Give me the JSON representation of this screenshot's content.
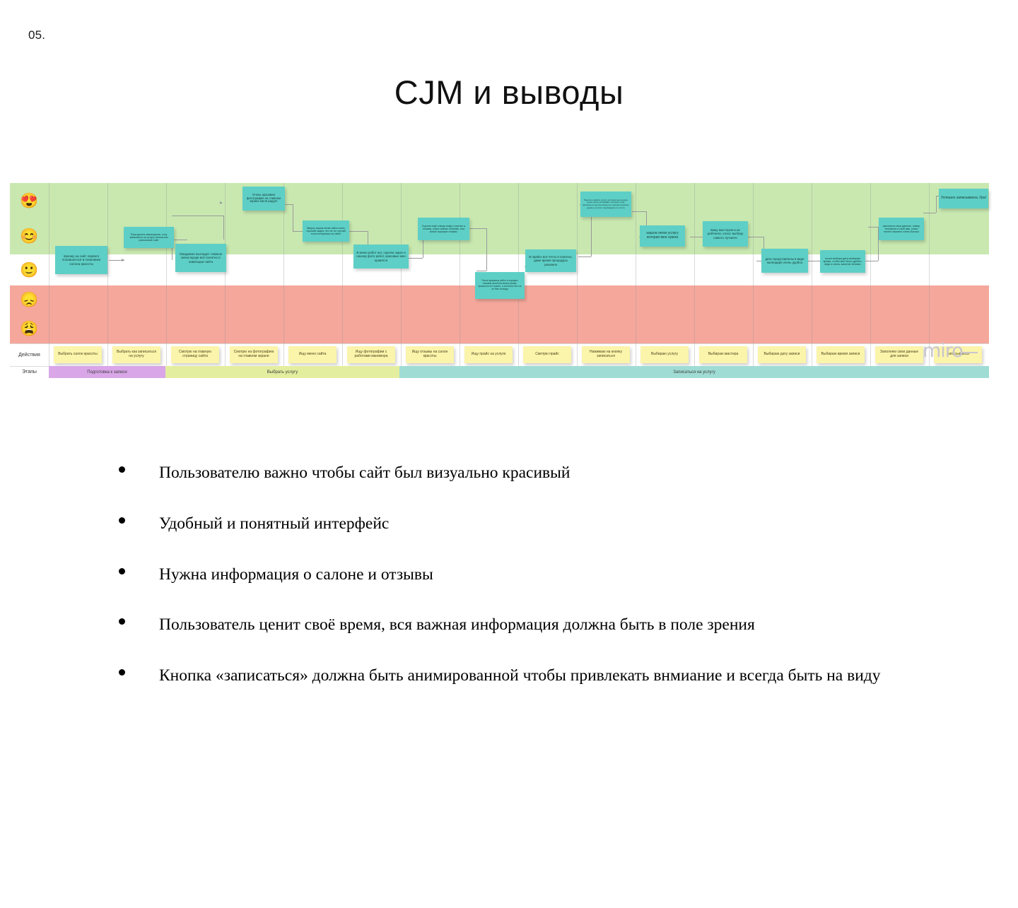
{
  "slide": {
    "number": "05.",
    "title": "CJM и выводы"
  },
  "board": {
    "row_labels": {
      "actions": "Действия",
      "stages": "Этапы"
    },
    "emotions": [
      {
        "name": "heart-eyes",
        "glyph": "😍"
      },
      {
        "name": "smiling",
        "glyph": "😊"
      },
      {
        "name": "neutral-smile",
        "glyph": "🙂"
      },
      {
        "name": "sad",
        "glyph": "😞"
      },
      {
        "name": "very-sad",
        "glyph": "😩"
      }
    ],
    "thoughts": [
      {
        "text": "Захожу на сайт первого попавшегося в поиковике салона красоты"
      },
      {
        "text": "Пора делать маникюрчик, хочу записаться на услугу полностью расписание сайт"
      },
      {
        "text": "Очень красивая фотография на главном экране меня радует"
      },
      {
        "text": "Вверху нашла меню сайта очень хорошее видно, это на тот случай если потерялась на сайте"
      },
      {
        "text": "Ожидаемо выгладит главное меню вроде всё понятно в навигации сайта"
      },
      {
        "text": "В меню работ нет, скролю экран и нахожу фото работ, красивые мне нравятся"
      },
      {
        "text": "Скролю ещё и вижу инфу о салоне и отзывы, класс сейчас почитаю, или вовсе хорошие отзывы"
      },
      {
        "text": "После красивых работ и хороших отзывов захотела искать прайс, пришлось его искать, а хотелось бы что он был на виду"
      },
      {
        "text": "Нашла в прайсе услугу которая мне нужна, цена очень устраивает сегодня стоку записаться как раз минуты в черном каталоге удачно а после подтвердить по почте"
      },
      {
        "text": "В прайсе всё чётко и понятно, даже время процедуры указанно"
      },
      {
        "text": "нашла легко услугу которая мне нужна"
      },
      {
        "text": "вижу мастеров и их рейтинги, класс выберу самого лучшего"
      },
      {
        "text": "даты представлены в виде календаря очень удобно"
      },
      {
        "text": "после выбора даты выбираю время, чтобы мне было удобно, ведь я очень занятой человек"
      },
      {
        "text": "заполнило свои данные, номер телефона и свой имя, класс ничего лишнего очень быстро"
      },
      {
        "text": "Успешно записываюсь Ура!"
      }
    ],
    "actions": [
      "Выбрать салон красоты",
      "Выбрать как записаться на услугу",
      "Смотрю на главную страницу сайта",
      "Смотрю на фотографию на главном экране",
      "Ищу меню сайта",
      "Ищу фотографии с работами маникюра",
      "Ищу отзывы на салон красоты",
      "Ищу прайс на услуги",
      "Смотрю прайс",
      "Нажимаю на кнопку записаться",
      "Выбираю услугу",
      "Выбираю мастера",
      "Выбираю дату записи",
      "Выбираю время записи",
      "Заполняю свои данные для записи",
      "Записываюсь"
    ],
    "stages": [
      {
        "label": "Подготовка к записи",
        "color": "#d9a6e8"
      },
      {
        "label": "Выбрать услугу",
        "color": "#e4ee9f"
      },
      {
        "label": "Записаться на услугу",
        "color": "#9fdcd4"
      }
    ],
    "watermark": "miro",
    "colors": {
      "positive_band": "#c8e8b0",
      "negative_band": "#f5a79b",
      "thought_note": "#5ecfc6",
      "action_note": "#fbf4ab"
    }
  },
  "conclusions": [
    "Пользователю важно чтобы сайт был визуально красивый",
    "Удобный и понятный интерфейс",
    "Нужна информация о салоне и отзывы",
    "Пользователь ценит своё время, вся важная информация должна быть в поле зрения",
    "Кнопка «записаться» должна быть анимированной чтобы привлекать внмиание и всегда быть на виду"
  ]
}
